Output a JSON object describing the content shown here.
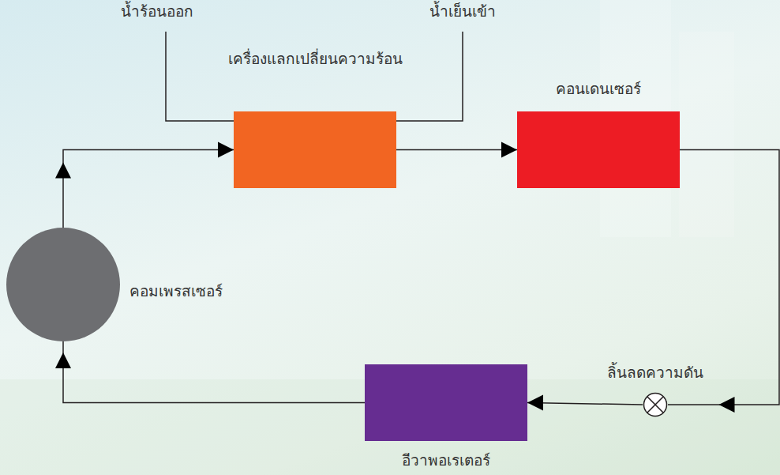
{
  "diagram": {
    "nodes": [
      {
        "text": [
          "เครื่องแลกเปลี่ยนความร้อน"
        ]
      },
      {
        "text": [
          "คอนเดนเซอร์"
        ]
      },
      {
        "text": [
          "คอมเพรสเซอร์"
        ]
      },
      {
        "text": [
          "ลิ้นลดความดัน"
        ]
      },
      {
        "text": [
          "อีวาพอเรเตอร์"
        ]
      }
    ],
    "edges": [
      {
        "from": 2,
        "to": 0,
        "arrow": "to"
      },
      {
        "from": 0,
        "to": 1,
        "arrow": "to"
      },
      {
        "from": 1,
        "to": 3,
        "arrow": "to"
      },
      {
        "from": 3,
        "to": 4,
        "arrow": "to"
      },
      {
        "from": 4,
        "to": 2,
        "arrow": "to"
      }
    ],
    "labels": [
      "น้ำร้อนออก",
      "น้ำเย็นเข้า"
    ]
  }
}
